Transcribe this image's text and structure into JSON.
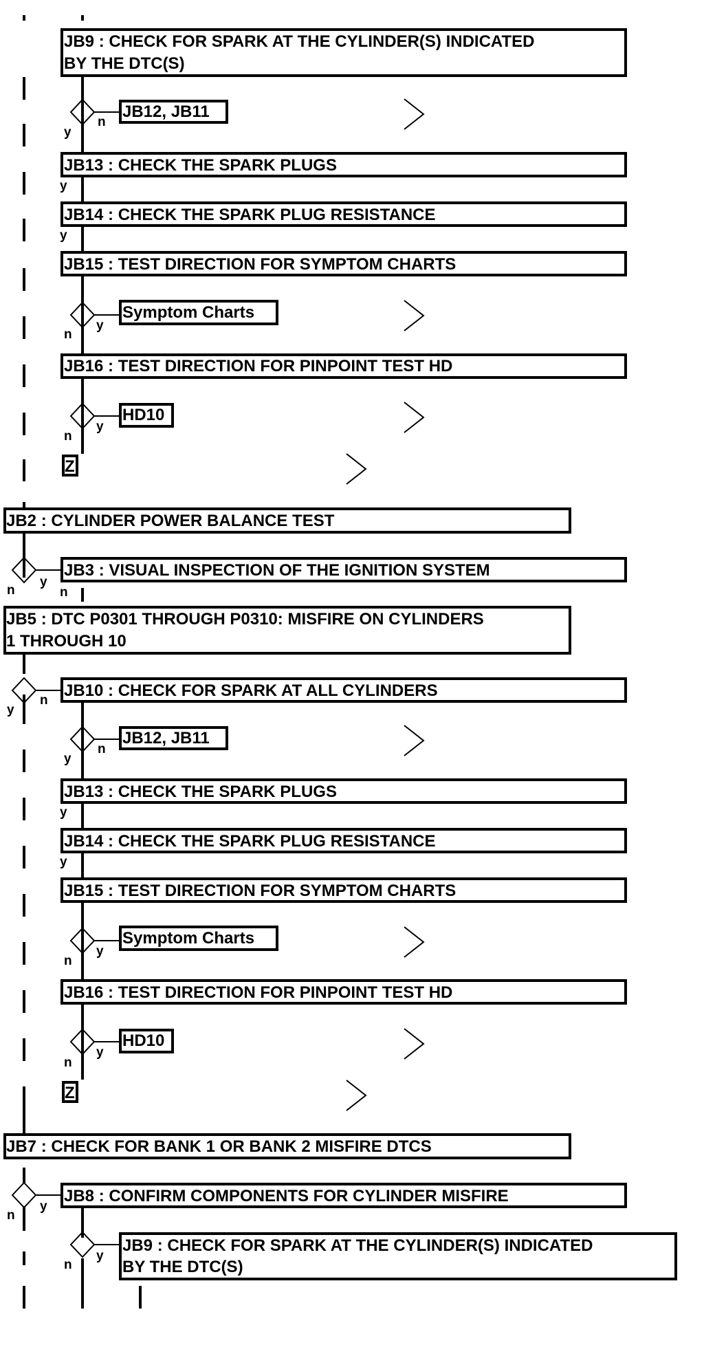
{
  "steps": {
    "jb9_top_l1": "JB9 : CHECK FOR SPARK AT THE CYLINDER(S) INDICATED",
    "jb9_top_l2": "BY THE DTC(S)",
    "jb13": "JB13 : CHECK THE SPARK PLUGS",
    "jb14": "JB14 : CHECK THE SPARK PLUG RESISTANCE",
    "jb15": "JB15 : TEST DIRECTION FOR SYMPTOM CHARTS",
    "jb16": "JB16 : TEST DIRECTION FOR PINPOINT TEST HD",
    "jb2": "JB2 : CYLINDER POWER BALANCE TEST",
    "jb3": "JB3 : VISUAL INSPECTION OF THE IGNITION SYSTEM",
    "jb5_l1": "JB5 : DTC P0301 THROUGH P0310: MISFIRE ON CYLINDERS",
    "jb5_l2": "1 THROUGH 10",
    "jb10": "JB10 : CHECK FOR SPARK AT ALL CYLINDERS",
    "jb7": "JB7 : CHECK FOR BANK 1 OR BANK 2 MISFIRE DTCS",
    "jb8": "JB8 : CONFIRM COMPONENTS FOR CYLINDER MISFIRE",
    "jb9_bot_l1": "JB9 : CHECK FOR SPARK AT THE CYLINDER(S) INDICATED",
    "jb9_bot_l2": "BY THE DTC(S)"
  },
  "refs": {
    "jb12_jb11": "JB12, JB11",
    "symptom_charts": "Symptom Charts",
    "hd10": "HD10",
    "z": "Z"
  },
  "branch_labels": {
    "yes": "y",
    "no": "n"
  }
}
